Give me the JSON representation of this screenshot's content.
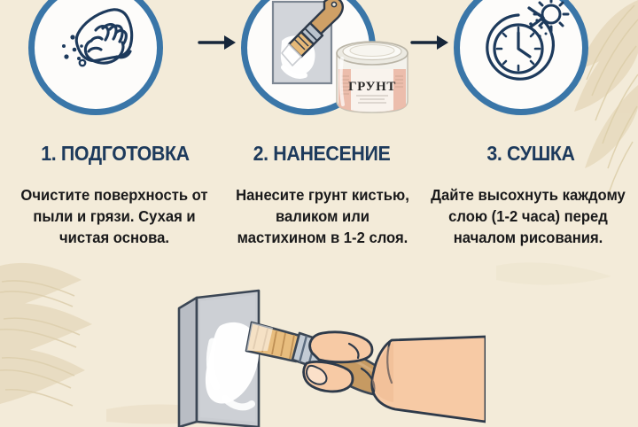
{
  "background": {
    "base_color": "#f3ebd9",
    "texture_color": "#e6d9bd",
    "texture_name": "brush-stroke-texture"
  },
  "palette": {
    "ring_blue": "#3a76a8",
    "heading_navy": "#1d3a5c",
    "body_black": "#19191a",
    "outline_navy": "#2e3a4a",
    "canvas_gray": "#c9ccd1",
    "primer_white": "#fdfdfd",
    "wood_brown": "#c69a62",
    "skin": "#f6c9a4",
    "jar_label": "#eab8a6"
  },
  "steps": [
    {
      "id": "preparation",
      "heading": "1. ПОДГОТОВКА",
      "body": "Очистите поверхность от пыли и грязи. Сухая и чистая основа.",
      "icon_name": "hand-wiping-cloth-icon"
    },
    {
      "id": "application",
      "heading": "2. НАНЕСЕНИЕ",
      "body": "Нанесите грунт кистью, валиком или мастихином в 1-2 слоя.",
      "icon_name": "canvas-brush-primer-jar-icon"
    },
    {
      "id": "drying",
      "heading": "3. СУШКА",
      "body": "Дайте высохнуть каждому слою (1-2 часа) перед началом рисования.",
      "icon_name": "clock-sun-drying-icon"
    }
  ],
  "connectors": [
    {
      "name": "arrow-step1-to-step2",
      "glyph": "→"
    },
    {
      "name": "arrow-step2-to-step3",
      "glyph": "→"
    }
  ],
  "primer_jar": {
    "label": "ГРУНТ",
    "name": "primer-jar"
  },
  "bottom_illustration": {
    "name": "hand-priming-canvas-illustration",
    "description": "Рука с кистью наносит белый грунт на холст"
  }
}
